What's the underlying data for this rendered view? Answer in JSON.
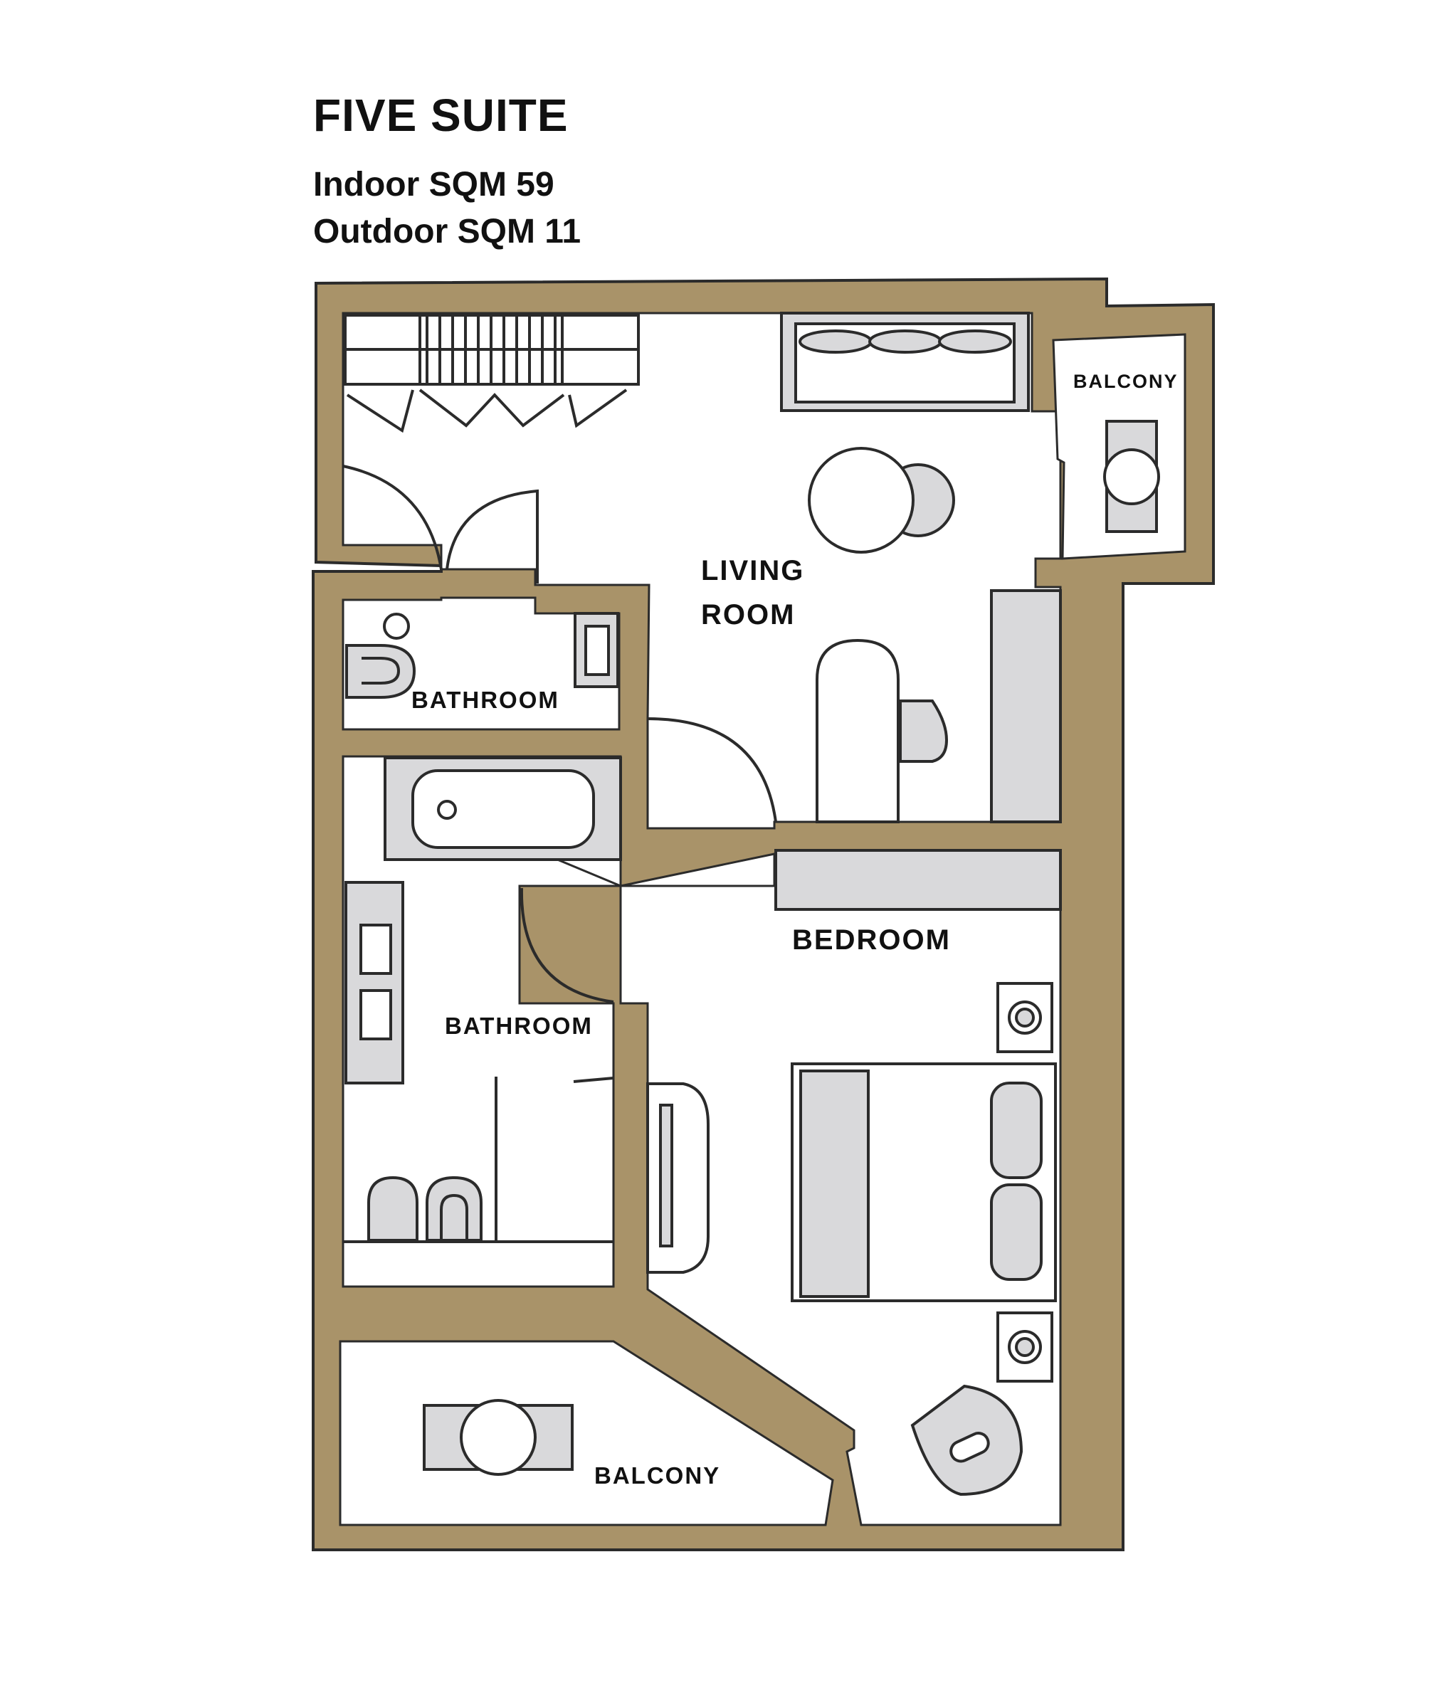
{
  "plan": {
    "title": "FIVE SUITE",
    "indoor": "Indoor SQM 59",
    "outdoor": "Outdoor SQM 11"
  },
  "rooms": {
    "living_line1": "LIVING",
    "living_line2": "ROOM",
    "balcony_top": "BALCONY",
    "bathroom_small": "BATHROOM",
    "bathroom_large": "BATHROOM",
    "bedroom": "BEDROOM",
    "balcony_bottom": "BALCONY"
  },
  "colors": {
    "wall": "#A99369",
    "furniture": "#D9D9DB",
    "outline": "#2B2B2B",
    "background": "#FFFFFF"
  }
}
